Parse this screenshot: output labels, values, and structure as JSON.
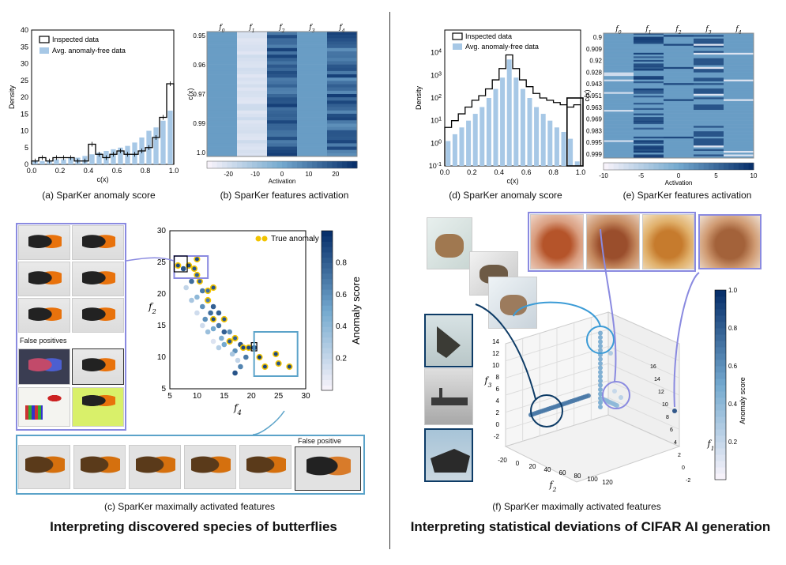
{
  "captions": {
    "a": "(a)  SparKer anomaly score",
    "b": "(b)  SparKer features activation",
    "c": "(c)  SparKer maximally activated features",
    "d": "(d)  SparKer anomaly score",
    "e": "(e)  SparKer features activation",
    "f": "(f)  SparKer maximally activated features"
  },
  "titles": {
    "left": "Interpreting discovered species of butterflies",
    "right": "Interpreting statistical deviations of CIFAR AI generation"
  },
  "chart_data": [
    {
      "id": "a",
      "type": "bar",
      "xlabel": "c(x)",
      "ylabel": "Density",
      "xlim": [
        0,
        1.0
      ],
      "ylim": [
        0,
        40
      ],
      "xticks": [
        "0.0",
        "0.2",
        "0.4",
        "0.6",
        "0.8",
        "1.0"
      ],
      "yticks": [
        "0",
        "5",
        "10",
        "15",
        "20",
        "25",
        "30",
        "35",
        "40"
      ],
      "legend": [
        "Inspected data",
        "Avg. anomaly-free data"
      ],
      "legend_position": "top-left",
      "x": [
        0.025,
        0.075,
        0.125,
        0.175,
        0.225,
        0.275,
        0.325,
        0.375,
        0.425,
        0.475,
        0.525,
        0.575,
        0.625,
        0.675,
        0.725,
        0.775,
        0.825,
        0.875,
        0.925,
        0.975
      ],
      "series": [
        {
          "name": "Inspected data",
          "values": [
            1,
            2,
            1,
            2,
            2,
            2,
            1,
            1,
            6,
            3,
            2,
            3,
            4,
            3,
            3,
            4,
            5,
            8,
            14,
            24
          ]
        },
        {
          "name": "Avg. anomaly-free data",
          "values": [
            1,
            1,
            1,
            1.5,
            1.5,
            2,
            2,
            2.5,
            3,
            3.5,
            4,
            4.5,
            5,
            5.5,
            6.5,
            8,
            10,
            11,
            13,
            16
          ]
        }
      ]
    },
    {
      "id": "b",
      "type": "heatmap",
      "columns": [
        "f0",
        "f1",
        "f2",
        "f3",
        "f4"
      ],
      "ylabel": "c(x)",
      "yticks": [
        "0.95",
        "0.96",
        "0.97",
        "0.99",
        "1.0"
      ],
      "colorbar_label": "Activation",
      "colorbar_ticks": [
        "-20",
        "-10",
        "0",
        "10",
        "20"
      ]
    },
    {
      "id": "c",
      "type": "scatter",
      "xlabel": "f4",
      "ylabel": "f2",
      "xlim": [
        5,
        30
      ],
      "ylim": [
        5,
        30
      ],
      "xticks": [
        "5",
        "10",
        "15",
        "20",
        "25",
        "30"
      ],
      "yticks": [
        "5",
        "10",
        "15",
        "20",
        "25",
        "30"
      ],
      "legend": [
        "True anomaly"
      ],
      "colorbar_label": "Anomaly score",
      "colorbar_ticks": [
        "0.2",
        "0.4",
        "0.6",
        "0.8"
      ],
      "points": [
        {
          "x": 6.5,
          "y": 24.5,
          "s": 0.9,
          "a": true
        },
        {
          "x": 7.5,
          "y": 24,
          "s": 0.85,
          "a": false
        },
        {
          "x": 8.5,
          "y": 24.5,
          "s": 0.9,
          "a": true
        },
        {
          "x": 9.5,
          "y": 24,
          "s": 0.85,
          "a": true
        },
        {
          "x": 10,
          "y": 25.5,
          "s": 0.9,
          "a": true
        },
        {
          "x": 10,
          "y": 23,
          "s": 0.8,
          "a": true
        },
        {
          "x": 9,
          "y": 22,
          "s": 0.75,
          "a": false
        },
        {
          "x": 10.5,
          "y": 22,
          "s": 0.8,
          "a": true
        },
        {
          "x": 11,
          "y": 20.5,
          "s": 0.7,
          "a": false
        },
        {
          "x": 12,
          "y": 20.5,
          "s": 0.75,
          "a": true
        },
        {
          "x": 13,
          "y": 21,
          "s": 0.85,
          "a": true
        },
        {
          "x": 12,
          "y": 19,
          "s": 0.7,
          "a": true
        },
        {
          "x": 10,
          "y": 19.5,
          "s": 0.4,
          "a": false
        },
        {
          "x": 9,
          "y": 19,
          "s": 0.3,
          "a": false
        },
        {
          "x": 11,
          "y": 18,
          "s": 0.6,
          "a": false
        },
        {
          "x": 13,
          "y": 18,
          "s": 0.8,
          "a": false
        },
        {
          "x": 12.5,
          "y": 17,
          "s": 0.75,
          "a": false
        },
        {
          "x": 11.5,
          "y": 16,
          "s": 0.6,
          "a": false
        },
        {
          "x": 13,
          "y": 16,
          "s": 0.9,
          "a": true
        },
        {
          "x": 14,
          "y": 17,
          "s": 0.8,
          "a": false
        },
        {
          "x": 15,
          "y": 16,
          "s": 0.85,
          "a": true
        },
        {
          "x": 14,
          "y": 15,
          "s": 0.7,
          "a": false
        },
        {
          "x": 13,
          "y": 14.5,
          "s": 0.5,
          "a": false
        },
        {
          "x": 12,
          "y": 14,
          "s": 0.35,
          "a": false
        },
        {
          "x": 15,
          "y": 14,
          "s": 0.8,
          "a": false
        },
        {
          "x": 16,
          "y": 14,
          "s": 0.6,
          "a": false
        },
        {
          "x": 14.5,
          "y": 13,
          "s": 0.45,
          "a": false
        },
        {
          "x": 16,
          "y": 12.5,
          "s": 0.85,
          "a": true
        },
        {
          "x": 17,
          "y": 13,
          "s": 0.8,
          "a": true
        },
        {
          "x": 18,
          "y": 12,
          "s": 0.85,
          "a": false
        },
        {
          "x": 15,
          "y": 12,
          "s": 0.5,
          "a": false
        },
        {
          "x": 14,
          "y": 11.5,
          "s": 0.25,
          "a": false
        },
        {
          "x": 17,
          "y": 11,
          "s": 0.6,
          "a": false
        },
        {
          "x": 18.5,
          "y": 11.5,
          "s": 0.9,
          "a": true
        },
        {
          "x": 19.5,
          "y": 11.5,
          "s": 0.9,
          "a": true
        },
        {
          "x": 20.5,
          "y": 11.5,
          "s": 0.85,
          "a": false
        },
        {
          "x": 16.5,
          "y": 10.5,
          "s": 0.3,
          "a": false
        },
        {
          "x": 17.5,
          "y": 9.5,
          "s": 0.2,
          "a": false
        },
        {
          "x": 18,
          "y": 8.5,
          "s": 0.65,
          "a": false
        },
        {
          "x": 17,
          "y": 7.5,
          "s": 0.85,
          "a": false
        },
        {
          "x": 19,
          "y": 10,
          "s": 0.7,
          "a": false
        },
        {
          "x": 21.5,
          "y": 10,
          "s": 0.95,
          "a": true
        },
        {
          "x": 22.5,
          "y": 8.5,
          "s": 0.9,
          "a": true
        },
        {
          "x": 24.5,
          "y": 10.5,
          "s": 0.9,
          "a": true
        },
        {
          "x": 25,
          "y": 9,
          "s": 0.85,
          "a": true
        },
        {
          "x": 27,
          "y": 8.5,
          "s": 0.9,
          "a": true
        },
        {
          "x": 8,
          "y": 21,
          "s": 0.2,
          "a": false
        },
        {
          "x": 11,
          "y": 15,
          "s": 0.15,
          "a": false
        },
        {
          "x": 13,
          "y": 12.5,
          "s": 0.1,
          "a": false
        },
        {
          "x": 10,
          "y": 17,
          "s": 0.15,
          "a": false
        }
      ]
    },
    {
      "id": "d",
      "type": "bar",
      "xlabel": "c(x)",
      "ylabel": "Density",
      "xlim": [
        0,
        1.0
      ],
      "ylim_log": [
        -1,
        5
      ],
      "xticks": [
        "0.0",
        "0.2",
        "0.4",
        "0.6",
        "0.8",
        "1.0"
      ],
      "yticks": [
        "10^-1",
        "10^0",
        "10^1",
        "10^2",
        "10^3",
        "10^4"
      ],
      "legend": [
        "Inspected data",
        "Avg. anomaly-free data"
      ],
      "legend_position": "top-left",
      "x": [
        0.025,
        0.075,
        0.125,
        0.175,
        0.225,
        0.275,
        0.325,
        0.375,
        0.425,
        0.475,
        0.525,
        0.575,
        0.625,
        0.675,
        0.725,
        0.775,
        0.825,
        0.875,
        0.925,
        0.975
      ],
      "series": [
        {
          "name": "Inspected data",
          "values_log10": [
            0.7,
            1.0,
            1.3,
            1.6,
            1.9,
            2.1,
            2.4,
            2.8,
            3.3,
            3.9,
            3.3,
            2.8,
            2.5,
            2.2,
            2.0,
            1.9,
            1.8,
            1.7,
            1.6,
            1.7
          ]
        },
        {
          "name": "Avg. anomaly-free data",
          "values_log10": [
            0.1,
            0.4,
            0.7,
            1.0,
            1.3,
            1.6,
            2.0,
            2.4,
            2.9,
            3.7,
            2.9,
            2.4,
            2.0,
            1.6,
            1.3,
            1.0,
            0.7,
            0.5,
            0.2,
            -0.8
          ]
        }
      ]
    },
    {
      "id": "e",
      "type": "heatmap",
      "columns": [
        "f0",
        "f1",
        "f2",
        "f3",
        "f4"
      ],
      "ylabel": "c(x)",
      "yticks": [
        "0.9",
        "0.909",
        "0.92",
        "0.928",
        "0.943",
        "0.951",
        "0.963",
        "0.969",
        "0.983",
        "0.995",
        "0.999"
      ],
      "colorbar_label": "Activation",
      "colorbar_ticks": [
        "-10",
        "-5",
        "0",
        "5",
        "10"
      ]
    },
    {
      "id": "f",
      "type": "scatter",
      "xlabel": "f2",
      "ylabel": "f3",
      "zlabel": "f1",
      "xticks": [
        "-20",
        "0",
        "20",
        "40",
        "60",
        "80",
        "100",
        "120"
      ],
      "yticks": [
        "-2",
        "0",
        "2",
        "4",
        "6",
        "8",
        "10",
        "12",
        "14"
      ],
      "zticks": [
        "-2",
        "0",
        "2",
        "4",
        "6",
        "8",
        "10",
        "12",
        "14",
        "16"
      ],
      "colorbar_label": "Anomaly score",
      "colorbar_ticks": [
        "0.2",
        "0.4",
        "0.6",
        "0.8",
        "1.0"
      ]
    }
  ],
  "panel_c": {
    "false_positives_label": "False positives",
    "false_positive_label": "False positive"
  },
  "colors": {
    "dark_blue": "#0d3b66",
    "light_blue": "#7fb3d9",
    "lavender": "#9b9bdf",
    "steel": "#5ba3c9",
    "anomaly_yellow": "#f2c400"
  }
}
